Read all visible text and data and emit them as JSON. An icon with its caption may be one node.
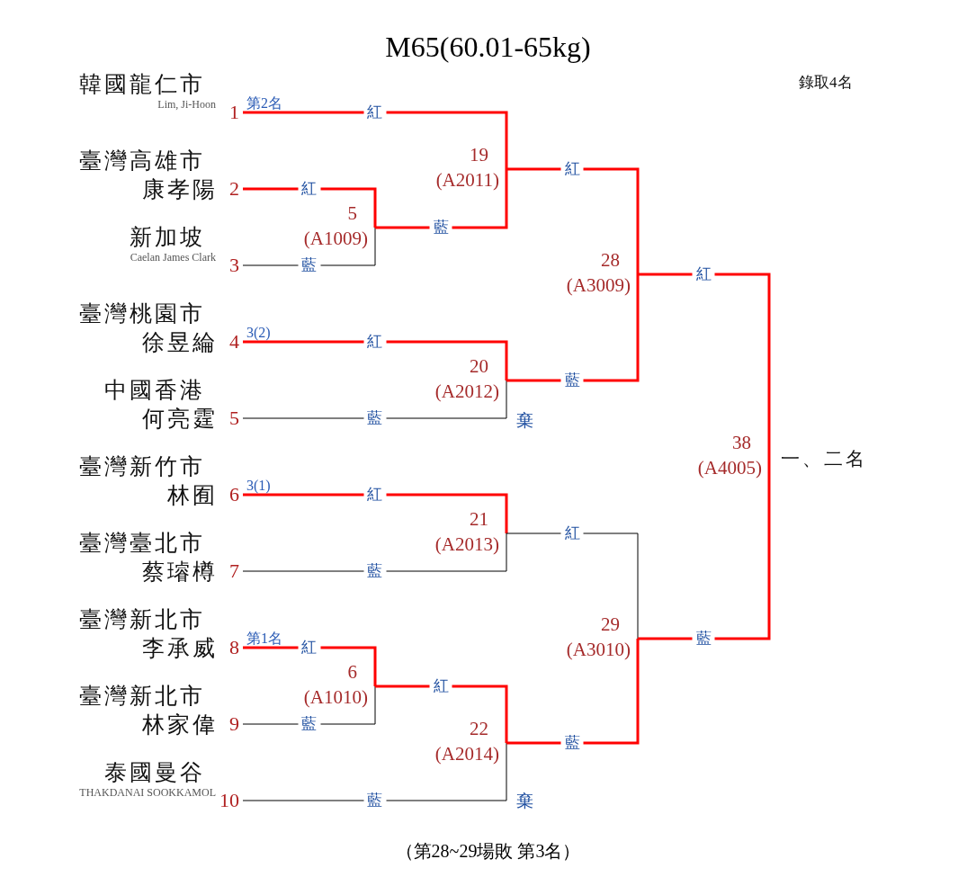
{
  "diagram": {
    "title": "M65(60.01-65kg)",
    "caption": "（第28~29場敗 第3名）",
    "nodes": [
      {
        "text": [
          "韓國龍仁市",
          "Lim, Ji-Hoon"
        ],
        "beside": [
          "1",
          "第2名"
        ]
      },
      {
        "text": [
          "臺灣高雄市",
          "康孝陽"
        ],
        "beside": [
          "2"
        ]
      },
      {
        "text": [
          "新加坡",
          "Caelan James Clark"
        ],
        "beside": [
          "3"
        ]
      },
      {
        "text": [
          "臺灣桃園市",
          "徐昱綸"
        ],
        "beside": [
          "4",
          "3(2)"
        ]
      },
      {
        "text": [
          "中國香港",
          "何亮霆"
        ],
        "beside": [
          "5"
        ]
      },
      {
        "text": [
          "臺灣新竹市",
          "林囿"
        ],
        "beside": [
          "6",
          "3(1)"
        ]
      },
      {
        "text": [
          "臺灣臺北市",
          "蔡璿樽"
        ],
        "beside": [
          "7"
        ]
      },
      {
        "text": [
          "臺灣新北市",
          "李承威"
        ],
        "beside": [
          "8",
          "第1名"
        ]
      },
      {
        "text": [
          "臺灣新北市",
          "林家偉"
        ],
        "beside": [
          "9"
        ]
      },
      {
        "text": [
          "泰國曼谷",
          "THAKDANAI SOOKKAMOL"
        ],
        "beside": [
          "10"
        ]
      },
      {
        "text": [
          "5",
          "(A1009)"
        ]
      },
      {
        "text": [
          "6",
          "(A1010)"
        ]
      },
      {
        "text": [
          "19",
          "(A2011)"
        ]
      },
      {
        "text": [
          "20",
          "(A2012)"
        ]
      },
      {
        "text": [
          "21",
          "(A2013)"
        ]
      },
      {
        "text": [
          "22",
          "(A2014)"
        ]
      },
      {
        "text": [
          "28",
          "(A3009)"
        ]
      },
      {
        "text": [
          "29",
          "(A3010)"
        ]
      },
      {
        "text": [
          "38",
          "(A4005)"
        ]
      }
    ],
    "edges": [
      {
        "from": 0,
        "to": 12,
        "arrow": "none",
        "label": "紅"
      },
      {
        "from": 1,
        "to": 10,
        "arrow": "none",
        "label": "紅"
      },
      {
        "from": 2,
        "to": 10,
        "arrow": "none",
        "label": "藍",
        "color": "#000000"
      },
      {
        "from": 10,
        "to": 12,
        "arrow": "none",
        "label": "藍"
      },
      {
        "from": 12,
        "to": 16,
        "arrow": "none",
        "label": "紅"
      },
      {
        "from": 3,
        "to": 13,
        "arrow": "none",
        "label": "紅"
      },
      {
        "from": 4,
        "to": 13,
        "arrow": "none",
        "label": "藍",
        "color": "#000000"
      },
      {
        "from": 13,
        "to": 16,
        "arrow": "none",
        "label": "藍"
      },
      {
        "from": 16,
        "to": 18,
        "arrow": "none",
        "label": "紅"
      },
      {
        "from": 5,
        "to": 14,
        "arrow": "none",
        "label": "紅"
      },
      {
        "from": 6,
        "to": 14,
        "arrow": "none",
        "label": "藍",
        "color": "#000000"
      },
      {
        "from": 14,
        "to": 17,
        "arrow": "none",
        "label": "紅",
        "color": "#000000"
      },
      {
        "from": 7,
        "to": 11,
        "arrow": "none",
        "label": "紅"
      },
      {
        "from": 8,
        "to": 11,
        "arrow": "none",
        "label": "藍",
        "color": "#000000"
      },
      {
        "from": 11,
        "to": 15,
        "arrow": "none",
        "label": "紅"
      },
      {
        "from": 9,
        "to": 15,
        "arrow": "none",
        "label": "藍",
        "color": "#000000"
      },
      {
        "from": 15,
        "to": 17,
        "arrow": "none",
        "label": "藍"
      },
      {
        "from": 17,
        "to": 18,
        "arrow": "none",
        "label": "藍"
      }
    ],
    "labels": [
      "錄取4名",
      "棄",
      "一、二名",
      "棄"
    ]
  }
}
